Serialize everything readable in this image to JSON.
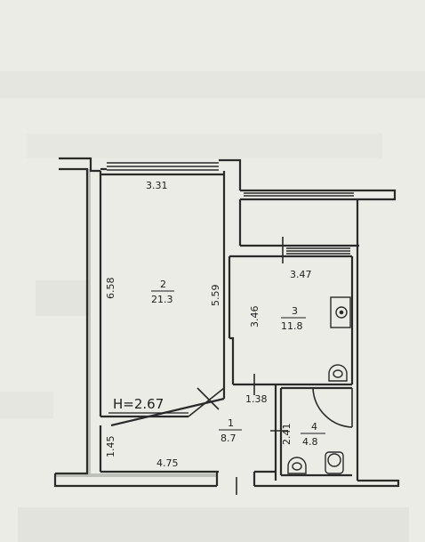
{
  "plan": {
    "ceiling_height": "H=2.67",
    "rooms": [
      {
        "number": "1",
        "area": "8.7"
      },
      {
        "number": "2",
        "area": "21.3"
      },
      {
        "number": "3",
        "area": "11.8"
      },
      {
        "number": "4",
        "area": "4.8"
      }
    ],
    "dimensions": {
      "room2_width": "3.31",
      "room2_length_left": "6.58",
      "room2_length_right": "5.59",
      "room3_width": "3.47",
      "room3_length": "3.46",
      "hall_width": "4.75",
      "hall_depth": "1.45",
      "corridor_width": "1.38",
      "bath_length": "2.41"
    }
  },
  "colors": {
    "paper": "#eaece5",
    "wall": "#2a2a2a",
    "ink": "#1e1e1e"
  }
}
